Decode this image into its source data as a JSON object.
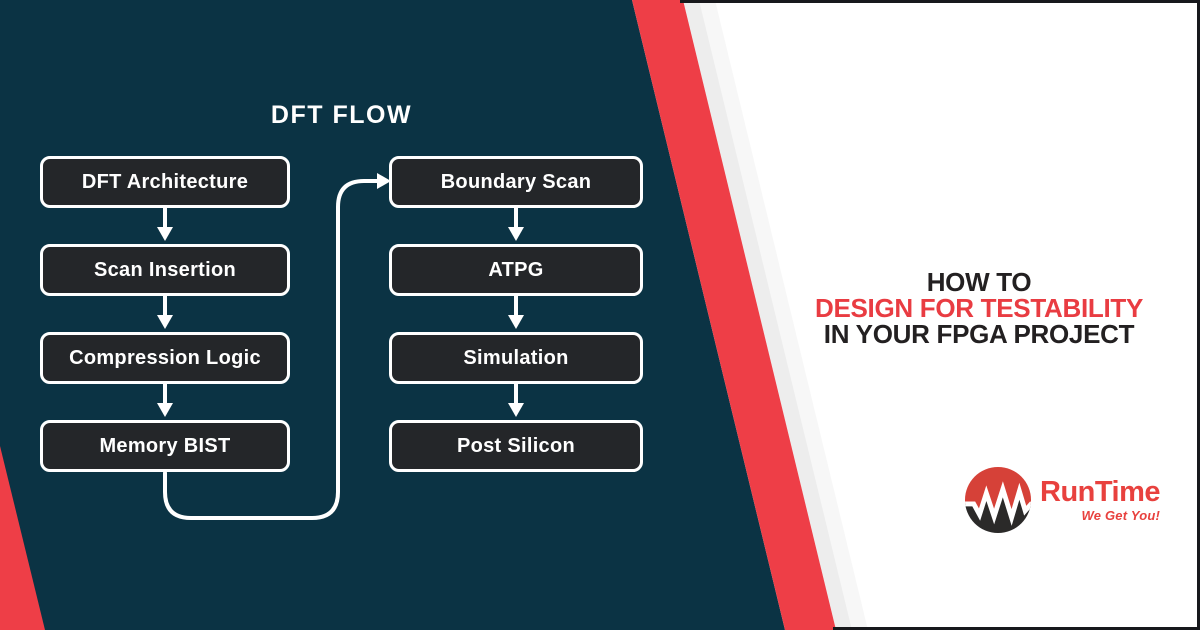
{
  "flow": {
    "title": "DFT FLOW",
    "column1": [
      "DFT Architecture",
      "Scan Insertion",
      "Compression Logic",
      "Memory BIST"
    ],
    "column2": [
      "Boundary Scan",
      "ATPG",
      "Simulation",
      "Post Silicon"
    ]
  },
  "headline": {
    "line1": "HOW TO",
    "line2": "DESIGN FOR TESTABILITY",
    "line3": "IN YOUR FPGA PROJECT"
  },
  "logo": {
    "brand": "RunTime",
    "tagline": "We Get You!"
  },
  "icons": {
    "pulse_waveform": "pulse-waveform-icon",
    "flow_arrows": "arrow-down-icon",
    "loop_connector": "connector-arrow-icon"
  },
  "colors": {
    "panel_teal": "#0b3344",
    "accent_red": "#ee3e47",
    "box_fill": "#242629",
    "box_border": "#ffffff",
    "headline_dark": "#232021",
    "headline_red": "#e93c42",
    "logo_red": "#d64138",
    "logo_dark": "#2b2a29",
    "background_white": "#ffffff"
  }
}
